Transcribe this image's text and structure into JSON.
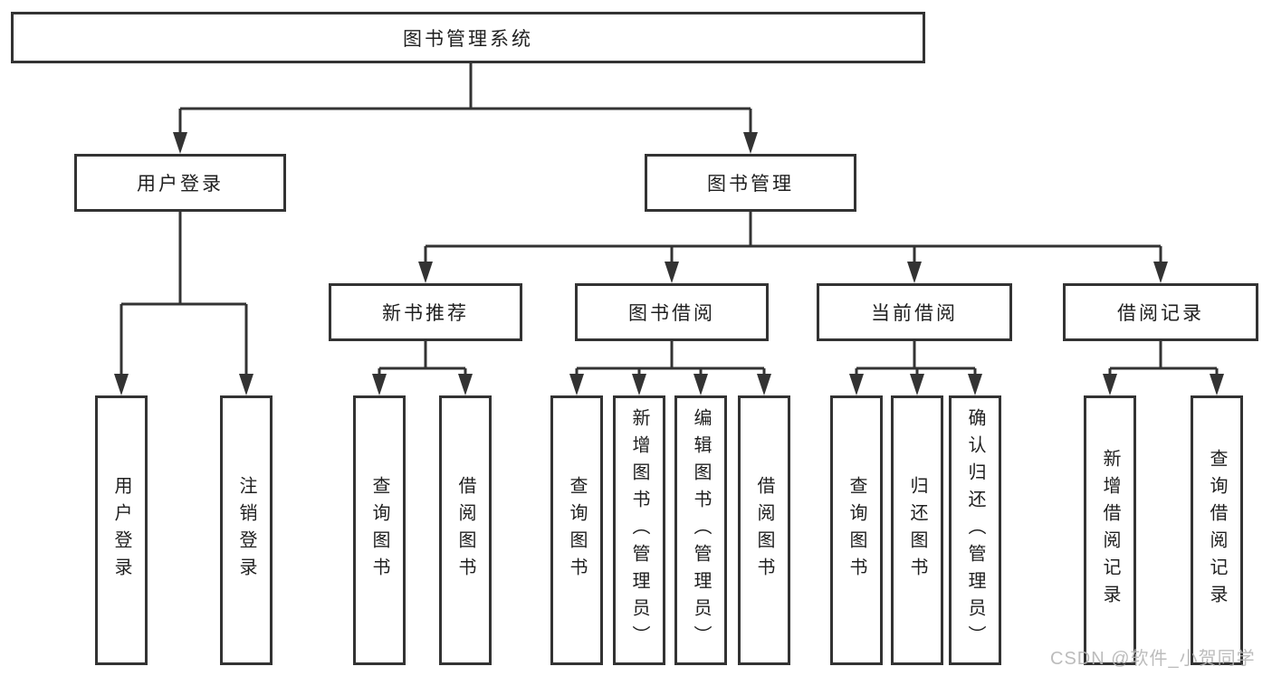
{
  "tree": {
    "root_label": "图书管理系统",
    "branches": [
      {
        "label": "用户登录",
        "children": [
          {
            "label": "用户登录"
          },
          {
            "label": "注销登录"
          }
        ]
      },
      {
        "label": "图书管理",
        "children": [
          {
            "label": "新书推荐",
            "children": [
              {
                "label": "查询图书"
              },
              {
                "label": "借阅图书"
              }
            ]
          },
          {
            "label": "图书借阅",
            "children": [
              {
                "label": "查询图书"
              },
              {
                "label": "新增图书（管理员）"
              },
              {
                "label": "编辑图书（管理员）"
              },
              {
                "label": "借阅图书"
              }
            ]
          },
          {
            "label": "当前借阅",
            "children": [
              {
                "label": "查询图书"
              },
              {
                "label": "归还图书"
              },
              {
                "label": "确认归还（管理员）"
              }
            ]
          },
          {
            "label": "借阅记录",
            "children": [
              {
                "label": "新增借阅记录"
              },
              {
                "label": "查询借阅记录"
              }
            ]
          }
        ]
      }
    ]
  },
  "watermark": {
    "text": "CSDN @软件_小贺同学"
  },
  "colors": {
    "line": "#333333",
    "box_border": "#333333",
    "box_fill": "#ffffff",
    "text": "#1f1f1f",
    "watermark": "#b5b5b5",
    "background": "#ffffff"
  }
}
